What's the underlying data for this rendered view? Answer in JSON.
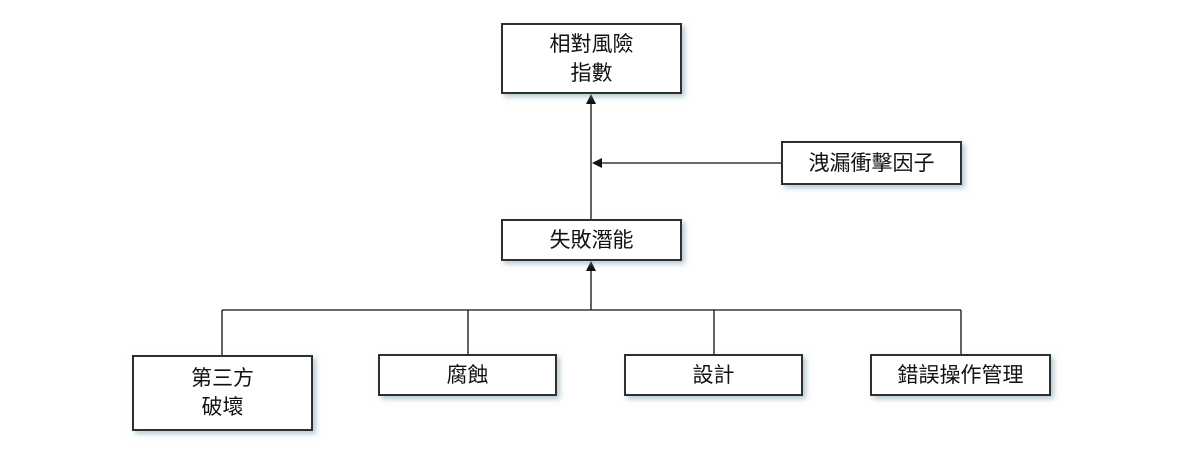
{
  "diagram": {
    "nodes": {
      "relative_risk_index": [
        "相對風險",
        "指數"
      ],
      "leak_impact_factor": [
        "洩漏衝擊因子"
      ],
      "failure_potential": [
        "失敗潛能"
      ],
      "third_party_damage": [
        "第三方",
        "破壞"
      ],
      "corrosion": [
        "腐蝕"
      ],
      "design": [
        "設計"
      ],
      "incorrect_operations": [
        "錯誤操作管理"
      ]
    },
    "edges": [
      {
        "from": "failure_potential",
        "to": "relative_risk_index"
      },
      {
        "from": "leak_impact_factor",
        "to": "relative_risk_index"
      },
      {
        "from": "third_party_damage",
        "to": "failure_potential"
      },
      {
        "from": "corrosion",
        "to": "failure_potential"
      },
      {
        "from": "design",
        "to": "failure_potential"
      },
      {
        "from": "incorrect_operations",
        "to": "failure_potential"
      }
    ]
  }
}
